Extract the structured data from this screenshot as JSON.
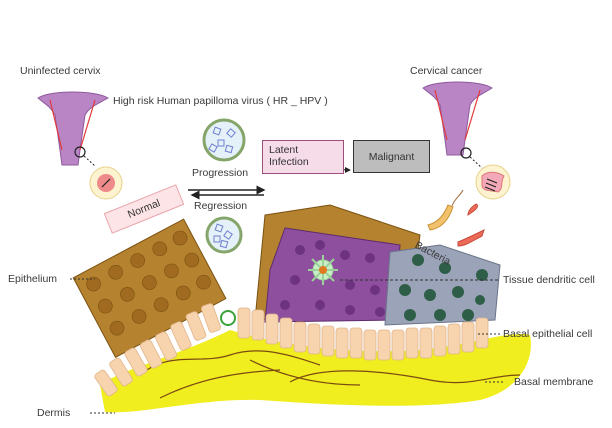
{
  "title": "HPV infection progression from uninfected cervix to cervical cancer",
  "labels": {
    "uninfected_cervix": "Uninfected cervix",
    "cervical_cancer": "Cervical cancer",
    "hr_hpv": "High risk Human papilloma virus ( HR _ HPV )",
    "progression": "Progression",
    "regression": "Regression",
    "latent_infection": "Latent\nInfection",
    "latent_line1": "Latent",
    "latent_line2": "Infection",
    "malignant": "Malignant",
    "normal": "Normal",
    "bacteria": "Bacteria",
    "epithelium": "Epithelium",
    "dermis": "Dermis",
    "tissue_dendritic_cell": "Tissue dendritic cell",
    "basal_epithelial_cell": "Basal epithelial cell",
    "basal_membrane": "Basal membrane"
  },
  "colors": {
    "normal_cell": "#b5822f",
    "infected_cell": "#8e4f9e",
    "cancer_cell": "#9aa3b8",
    "cancer_nucleus": "#2f5e48",
    "basal_cell": "#f7d3ae",
    "dermis": "#f0ee1e",
    "latent_box": "#f6dbe8",
    "malignant_box": "#bdbdbd",
    "normal_box": "#fde4e6",
    "virus_ring": "#86a56a",
    "dendritic_cell": "#c9efc7"
  }
}
